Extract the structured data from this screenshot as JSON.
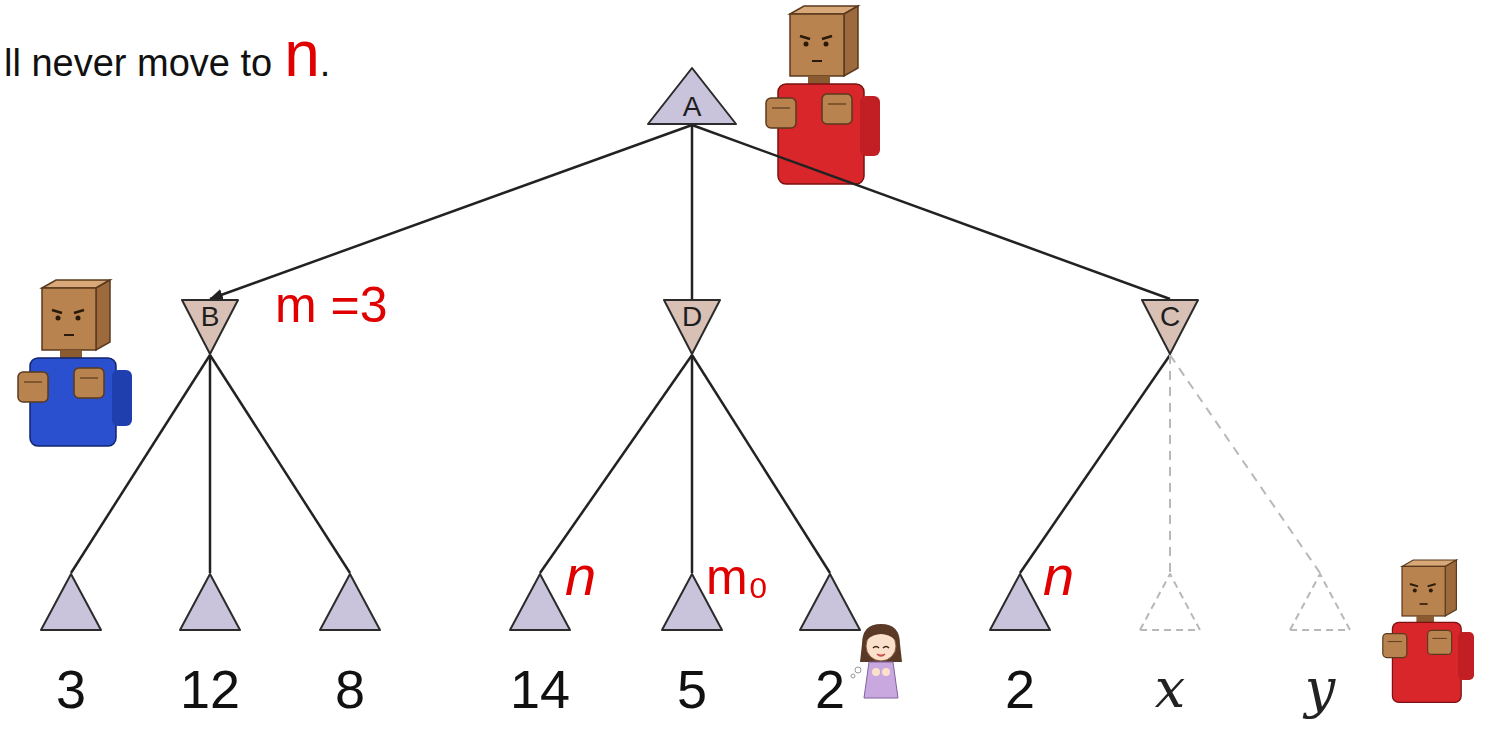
{
  "diagram": {
    "nodes": [
      {
        "text": [
          "A"
        ]
      },
      {
        "text": [
          "B"
        ]
      },
      {
        "text": [
          "D"
        ]
      },
      {
        "text": [
          "C"
        ]
      },
      {
        "text": [
          "3"
        ]
      },
      {
        "text": [
          "12"
        ]
      },
      {
        "text": [
          "8"
        ]
      },
      {
        "text": [
          "14"
        ]
      },
      {
        "text": [
          "5"
        ]
      },
      {
        "text": [
          "2"
        ]
      },
      {
        "text": [
          "2"
        ]
      },
      {
        "text": [
          "x"
        ]
      },
      {
        "text": [
          "y"
        ]
      }
    ],
    "edges": [
      {
        "from": 0,
        "to": 1,
        "arrow": "to"
      },
      {
        "from": 0,
        "to": 2,
        "arrow": "none"
      },
      {
        "from": 0,
        "to": 3,
        "arrow": "none"
      },
      {
        "from": 1,
        "to": 4,
        "arrow": "none"
      },
      {
        "from": 1,
        "to": 5,
        "arrow": "none"
      },
      {
        "from": 1,
        "to": 6,
        "arrow": "none"
      },
      {
        "from": 2,
        "to": 7,
        "arrow": "none"
      },
      {
        "from": 2,
        "to": 8,
        "arrow": "none"
      },
      {
        "from": 2,
        "to": 9,
        "arrow": "none"
      },
      {
        "from": 3,
        "to": 10,
        "arrow": "none"
      },
      {
        "from": 3,
        "to": 11,
        "arrow": "none"
      },
      {
        "from": 3,
        "to": 12,
        "arrow": "none"
      }
    ],
    "labels": [
      "ll never move to",
      "n",
      ".",
      "m =3",
      "n",
      "m₀",
      "n"
    ]
  }
}
